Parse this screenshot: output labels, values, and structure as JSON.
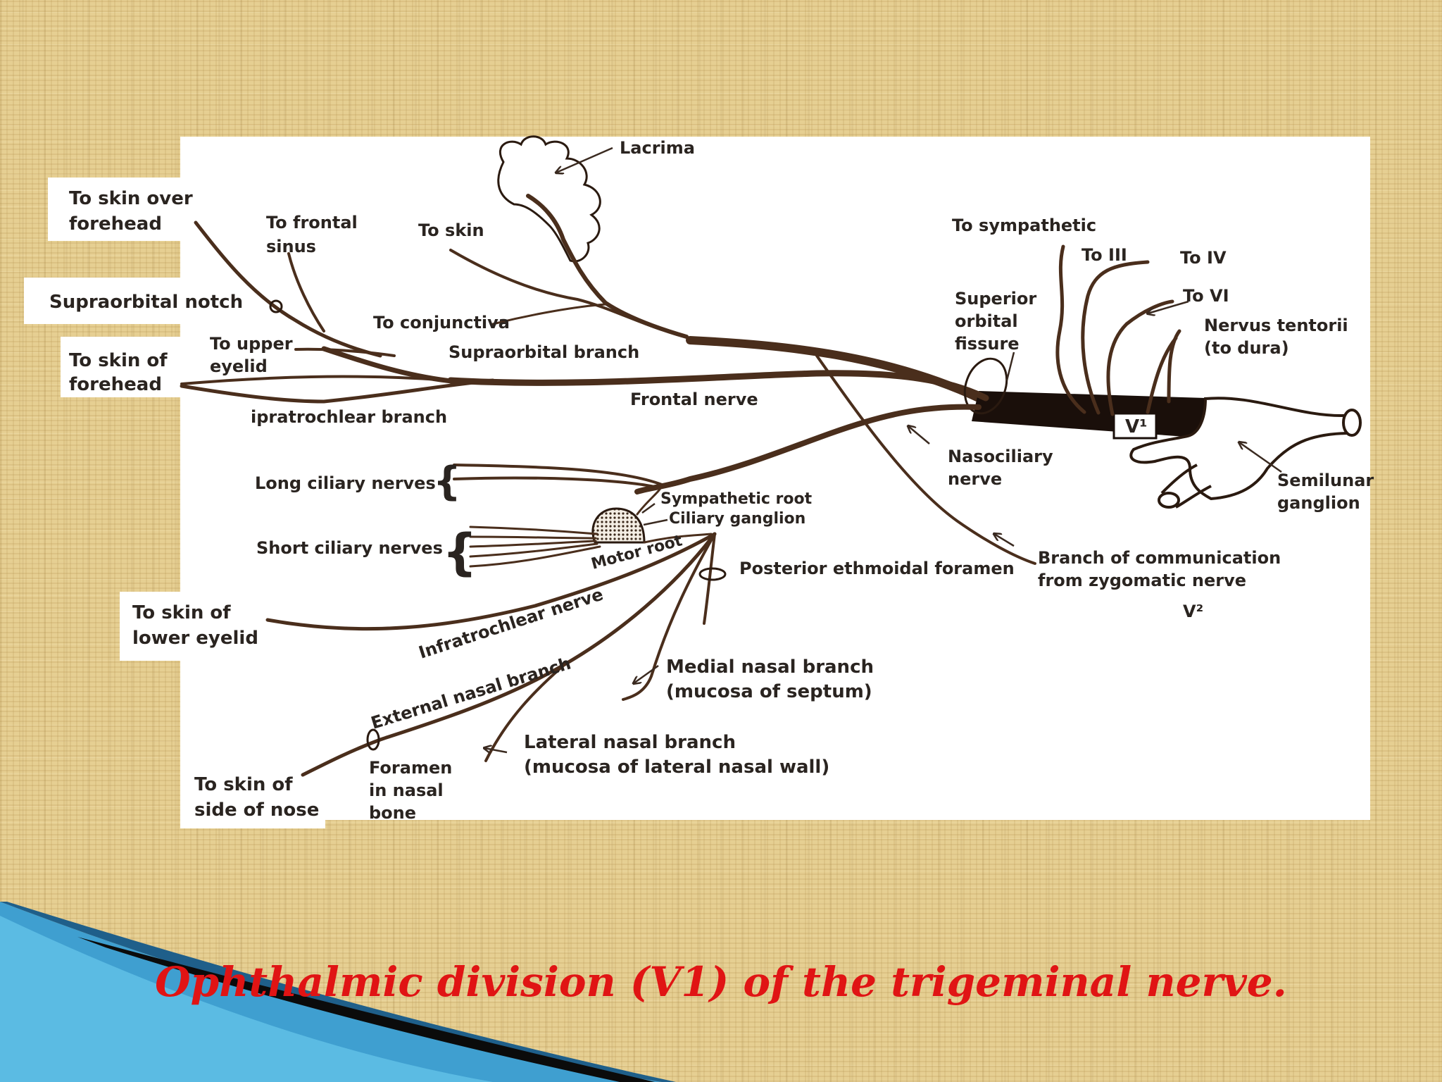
{
  "slide": {
    "caption": "Ophthalmic division (V1) of the trigeminal nerve."
  },
  "diagram": {
    "labels": {
      "lacrima": "Lacrima",
      "to_skin": "To skin",
      "to_frontal_sinus_1": "To frontal",
      "to_frontal_sinus_2": "sinus",
      "to_skin_over_forehead_1": "To skin over",
      "to_skin_over_forehead_2": "forehead",
      "supraorbital_notch": "Supraorbital notch",
      "to_skin_of_forehead_1": "To skin of",
      "to_skin_of_forehead_2": "forehead",
      "to_upper_eyelid_1": "To upper",
      "to_upper_eyelid_2": "eyelid",
      "to_conjunctiva": "To conjunctiva",
      "supraorbital_branch": "Supraorbital branch",
      "supratrochlear_branch": "ipratrochlear branch",
      "frontal_nerve": "Frontal nerve",
      "to_sympathetic": "To sympathetic",
      "to_iii": "To III",
      "to_iv": "To IV",
      "to_vi": "To VI",
      "superior_orbital_fissure_1": "Superior",
      "superior_orbital_fissure_2": "orbital",
      "superior_orbital_fissure_3": "fissure",
      "nervus_tentorii_1": "Nervus tentorii",
      "nervus_tentorii_2": "(to dura)",
      "v1": "V¹",
      "semilunar_ganglion_1": "Semilunar",
      "semilunar_ganglion_2": "ganglion",
      "nasociliary_nerve_1": "Nasociliary",
      "nasociliary_nerve_2": "nerve",
      "long_ciliary_nerves": "Long ciliary nerves",
      "short_ciliary_nerves": "Short ciliary nerves",
      "sympathetic_root": "Sympathetic root",
      "ciliary_ganglion": "Ciliary ganglion",
      "motor_root": "Motor root",
      "posterior_ethmoidal_foramen": "Posterior ethmoidal foramen",
      "branch_of_communication_1": "Branch of communication",
      "branch_of_communication_2": "from zygomatic nerve",
      "v2": "V²",
      "to_skin_of_lower_eyelid_1": "To skin of",
      "to_skin_of_lower_eyelid_2": "lower eyelid",
      "infratrochlear_nerve": "Infratrochlear nerve",
      "medial_nasal_branch_1": "Medial nasal branch",
      "medial_nasal_branch_2": "(mucosa of septum)",
      "external_nasal_branch": "External nasal branch",
      "lateral_nasal_branch_1": "Lateral nasal branch",
      "lateral_nasal_branch_2": "(mucosa of lateral nasal wall)",
      "foramen_in_nasal_bone_1": "Foramen",
      "foramen_in_nasal_bone_2": "in nasal",
      "foramen_in_nasal_bone_3": "bone",
      "to_skin_of_side_of_nose_1": "To skin of",
      "to_skin_of_side_of_nose_2": "side of nose"
    }
  }
}
